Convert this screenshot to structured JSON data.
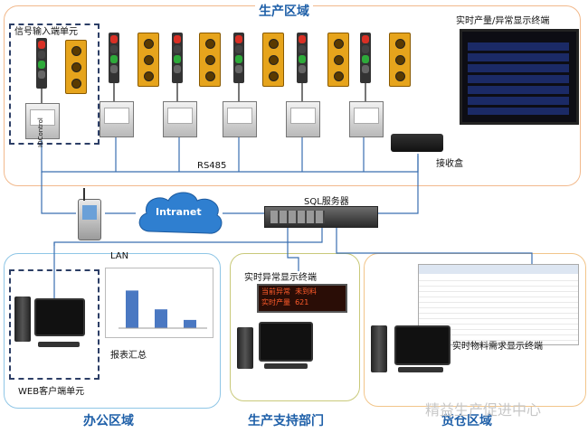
{
  "zones": {
    "production": "生产区域",
    "office": "办公区域",
    "support": "生产支持部门",
    "warehouse": "货仓区域"
  },
  "labels": {
    "signal_input": "信号输入端单元",
    "realtime_display": "实时产量/异常显示终端",
    "receiver": "接收盒",
    "rs485": "RS485",
    "intranet": "Intranet",
    "sql_server": "SQL服务器",
    "lan": "LAN",
    "report": "报表汇总",
    "web_client": "WEB客户端单元",
    "abnormal_display": "实时异常显示终端",
    "material_display": "实时物料需求显示终端",
    "watermark": "精益生产促进中心",
    "iocontrol": "IOControl",
    "led_text": "当前异常  未到料\n实时产量  621"
  },
  "colors": {
    "production_border": "#f2b98c",
    "office_border": "#8fc6e6",
    "support_border": "#c9c97a",
    "warehouse_border": "#f2c58a",
    "title": "#1e5fa8",
    "cloud": "#2f7fd0",
    "line": "#3a6fb0"
  },
  "bar_chart": {
    "values": [
      3.2,
      1.6,
      0.7
    ]
  }
}
